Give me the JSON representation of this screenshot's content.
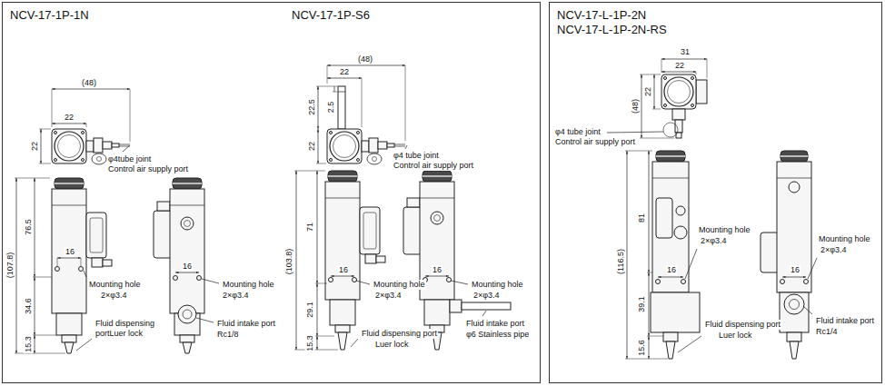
{
  "diagram": {
    "nodes": [
      {
        "text": [
          "NCV-17-1P-1N",
          "NCV-17-1P-S6"
        ]
      },
      {
        "text": [
          "NCV-17-L-1P-2N",
          "NCV-17-L-1P-2N-RS"
        ]
      }
    ],
    "labels": [
      "22",
      "(48)",
      "22",
      "φ4tube joint",
      "Control air supply port",
      "(107.8)",
      "76.5",
      "34.6",
      "15.3",
      "16",
      "16",
      "Mounting hole",
      "2×φ3.4",
      "Mounting hole",
      "2×φ3.4",
      "Fluid dispensing portLuer lock",
      "Fluid intake port",
      "Rc1/8",
      "(48)",
      "22",
      "22.5",
      "2.5",
      "22",
      "φ4 tube joint",
      "Control air supply port",
      "(103.8)",
      "71",
      "29.1",
      "15.3",
      "16",
      "16",
      "Mounting hole",
      "2×φ3.4",
      "Mounting hole",
      "2×φ3.4",
      "Fluid dispensing port",
      "Luer lock",
      "Fluid intake port",
      "φ6 Stainless pipe",
      "31",
      "22",
      "22",
      "(48)",
      "φ4 tube joint",
      "Control air supply port",
      "(116.5)",
      "81",
      "39.1",
      "15.6",
      "16",
      "16",
      "Mounting hole",
      "2×φ3.4",
      "Mounting hole",
      "2×φ3.4",
      "Fluid dispensing port",
      "Luer lock",
      "Fluid intake port",
      "Rc1/4"
    ]
  }
}
